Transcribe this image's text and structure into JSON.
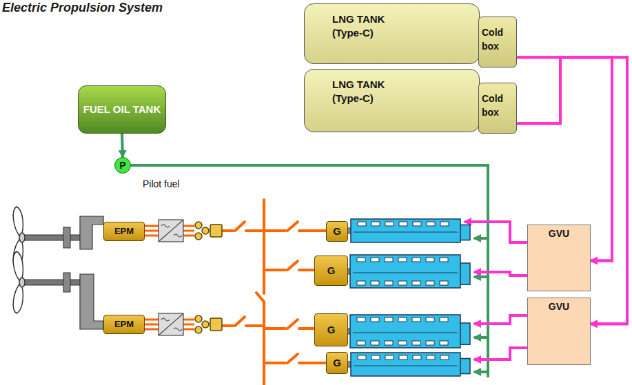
{
  "diagram": {
    "title": "Electric Propulsion System",
    "nodes": [
      {
        "text": [
          "LNG TANK (Type-C)"
        ]
      },
      {
        "text": [
          "Cold box"
        ]
      },
      {
        "text": [
          "LNG TANK (Type-C)"
        ]
      },
      {
        "text": [
          "Cold box"
        ]
      },
      {
        "text": [
          "FUEL OIL TANK"
        ]
      },
      {
        "text": [
          "P"
        ]
      },
      {
        "text": [
          "EPM"
        ]
      },
      {
        "text": [
          "G"
        ]
      },
      {
        "text": [
          "G"
        ]
      },
      {
        "text": [
          "GVU"
        ]
      },
      {
        "text": [
          "EPM"
        ]
      },
      {
        "text": [
          "G"
        ]
      },
      {
        "text": [
          "G"
        ]
      },
      {
        "text": [
          "GVU"
        ]
      }
    ],
    "edges": [
      {
        "from": 4,
        "to": 5,
        "arrow": "to"
      },
      {
        "from": 1,
        "to": 9,
        "arrow": "to"
      },
      {
        "from": 1,
        "to": 13,
        "arrow": "to"
      },
      {
        "from": 3,
        "to": 9,
        "arrow": "to"
      },
      {
        "from": 3,
        "to": 13,
        "arrow": "to"
      }
    ],
    "labels": [
      "Pilot fuel"
    ]
  }
}
